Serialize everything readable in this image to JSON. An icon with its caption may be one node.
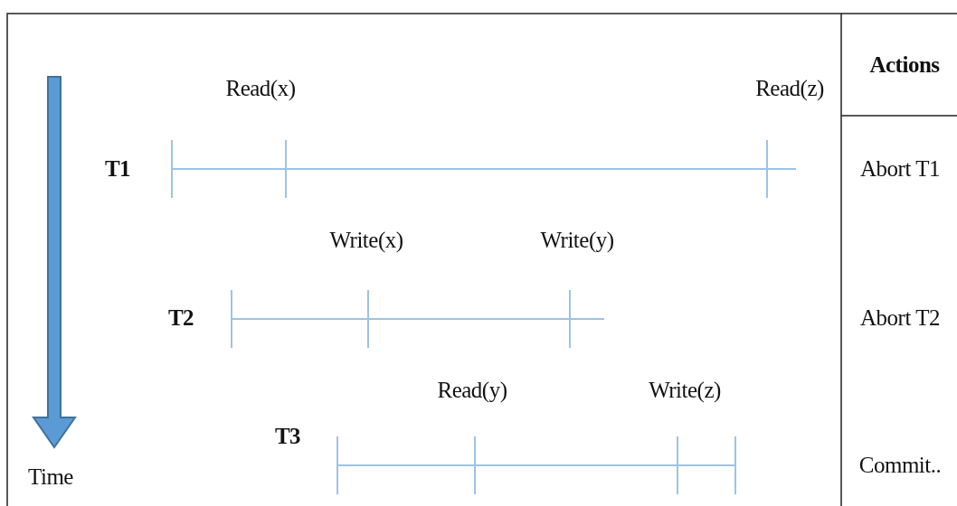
{
  "diagram": {
    "labels": [
      "Read(x)",
      "Read(z)",
      "Actions",
      "T1",
      "Abort T1",
      "Write(x)",
      "Write(y)",
      "T2",
      "Abort T2",
      "Read(y)",
      "Write(z)",
      "T3",
      "Time",
      "Commit.."
    ]
  }
}
